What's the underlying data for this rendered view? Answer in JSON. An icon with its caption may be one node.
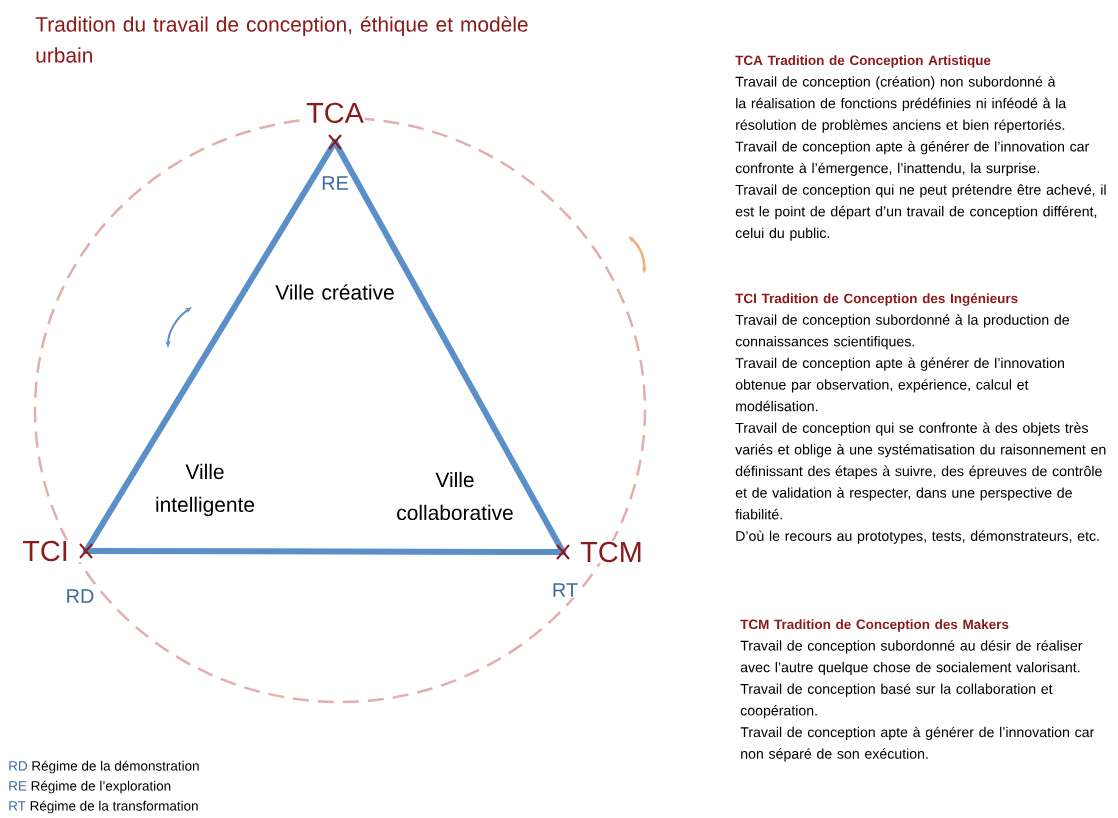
{
  "diagram": {
    "title": "Tradition du travail de conception, éthique et modèle urbain",
    "nodes": [
      {
        "text": [
          "TCA"
        ],
        "beside": [
          "RE"
        ]
      },
      {
        "text": [
          "TCI"
        ],
        "beside": [
          "RD"
        ]
      },
      {
        "text": [
          "TCM"
        ],
        "beside": [
          "RT"
        ]
      }
    ],
    "edges": [
      {
        "from": 0,
        "to": 1,
        "arrow": "none"
      },
      {
        "from": 1,
        "to": 2,
        "arrow": "none"
      },
      {
        "from": 2,
        "to": 0,
        "arrow": "none"
      }
    ],
    "labels": [
      "Ville créative",
      "Ville intelligente",
      "Ville collaborative",
      "TCA Tradition de Conception Artistique",
      "Travail de conception (création) non subordonné à la réalisation de fonctions prédéfinies ni inféodé à la résolution de problèmes anciens et bien répertoriés.",
      "Travail de conception apte à générer de l’innovation car confronte à l’émergence, l’inattendu, la surprise.",
      "Travail de conception qui ne peut prétendre être achevé, il est le point de départ d’un travail de conception différent, celui du public.",
      "TCI Tradition de Conception des Ingénieurs",
      "Travail de conception subordonné à la production de connaissances scientifiques.",
      "Travail de conception apte à générer de l’innovation obtenue par observation, expérience, calcul et modélisation.",
      "Travail de conception qui se confronte à des objets très variés et oblige à une systématisation du raisonnement en définissant des étapes à suivre, des épreuves de contrôle et de validation à respecter, dans une perspective de fiabilité.",
      "D’où le recours au prototypes, tests, démonstrateurs, etc.",
      "TCM Tradition de Conception des Makers",
      "Travail de conception subordonné au désir de réaliser avec l’autre quelque chose de socialement valorisant.",
      "Travail de conception basé sur la collaboration et coopération.",
      "Travail de conception apte à générer de l’innovation car non séparé de son exécution.",
      "RD",
      "Régime de la démonstration",
      "RE",
      "Régime de l’exploration",
      "RT",
      "Régime de la transformation"
    ]
  }
}
